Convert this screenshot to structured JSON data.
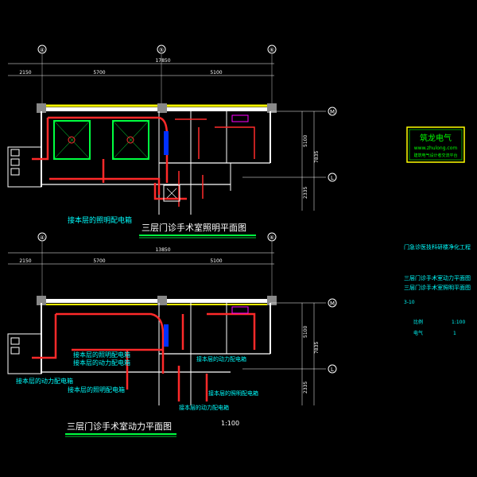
{
  "axes": {
    "a": "④",
    "b": "⑤",
    "c": "⑥",
    "m": "M",
    "l": "L"
  },
  "dims": {
    "top_left": "2150",
    "top_mid": "5700",
    "top_right": "5100",
    "top_total": "17850",
    "mid_total": "13850",
    "right_upper": "5100",
    "right_total": "7835",
    "right_lower": "2335"
  },
  "drawings": {
    "lighting_title": "三层门诊手术室照明平面图",
    "power_title": "三层门诊手术室动力平面图",
    "scale": "1:100"
  },
  "labels": {
    "lighting_box": "接本层的照明配电箱",
    "power_hoist": "接本层的动力配电箱",
    "power_lighting": "接本层的照明配电箱",
    "power_power_box": "接本层的动力配电箱",
    "power_left": "接本层的动力配电箱",
    "power_left2": "接本层的照明配电箱",
    "power_right": "接本层的照明配电箱",
    "power_bottom": "接本层的动力配电箱"
  },
  "stamp": {
    "name": "筑龙电气",
    "url": "www.zhulong.com",
    "tagline": "建筑电气设计者交流平台"
  },
  "titleblock": {
    "project": "门急诊医技科研楼净化工程",
    "drawing1": "三层门诊手术室动力平面图",
    "drawing2": "三层门诊手术室照明平面图",
    "number": "3-10",
    "row1_label": "比例",
    "row1_value": "1:100",
    "row2_label": "电气",
    "row2_value": "1"
  },
  "colors": {
    "background": "#000000",
    "wall": "#ffffff",
    "circuit": "#ff2a2a",
    "label": "#00ffff",
    "pipe_yellow": "#ffff00",
    "green_line": "#00ff40",
    "stamp_frame": "#ffff00",
    "stamp_text": "#00ff00"
  }
}
